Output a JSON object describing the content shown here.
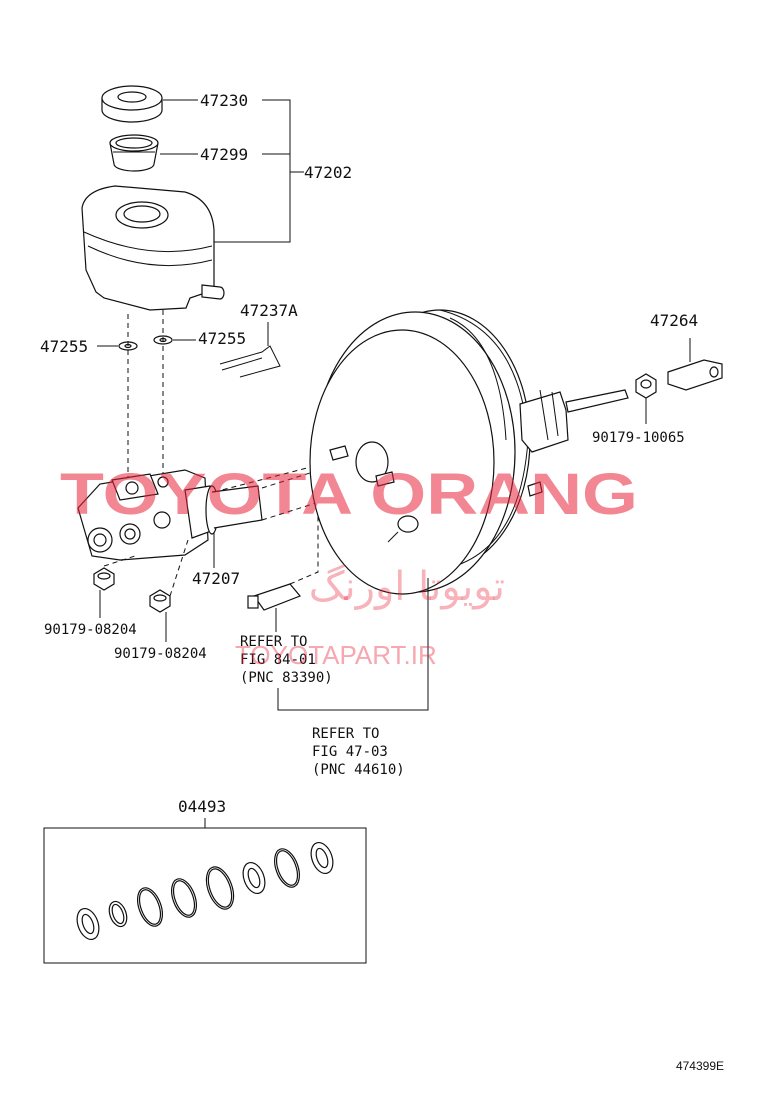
{
  "labels": {
    "p47230": "47230",
    "p47299": "47299",
    "p47202": "47202",
    "p47237a": "47237A",
    "p47255_left": "47255",
    "p47255_right": "47255",
    "p47264": "47264",
    "p90179_10065": "90179-10065",
    "p47207": "47207",
    "p90179_08204_a": "90179-08204",
    "p90179_08204_b": "90179-08204",
    "p04493": "04493"
  },
  "refs": {
    "ref1_line1": "REFER TO",
    "ref1_line2": "FIG 84-01",
    "ref1_line3": "(PNC 83390)",
    "ref2_line1": "REFER TO",
    "ref2_line2": "FIG 47-03",
    "ref2_line3": "(PNC 44610)"
  },
  "watermark": {
    "brand": "TOYOTA ORANG",
    "persian": "تویوتا اورنگ",
    "site": "TOYOTAPART.IR"
  },
  "figure_code": "474399E"
}
